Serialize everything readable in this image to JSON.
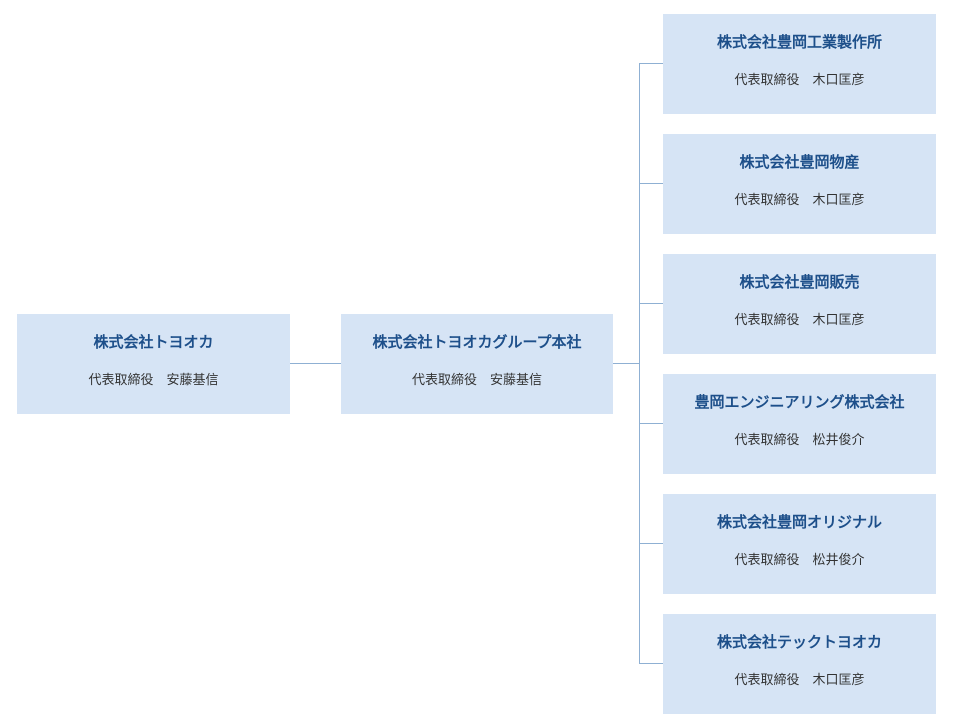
{
  "colors": {
    "box_fill": "#d6e4f5",
    "company_name_text": "#1d4f8a",
    "representative_text": "#333333",
    "connector_line": "#8fb0d3"
  },
  "root": {
    "name": "株式会社トヨオカ",
    "representative": "代表取締役　安藤基信"
  },
  "holding": {
    "name": "株式会社トヨオカグループ本社",
    "representative": "代表取締役　安藤基信"
  },
  "subsidiaries": [
    {
      "name": "株式会社豊岡工業製作所",
      "representative": "代表取締役　木口匡彦"
    },
    {
      "name": "株式会社豊岡物産",
      "representative": "代表取締役　木口匡彦"
    },
    {
      "name": "株式会社豊岡販売",
      "representative": "代表取締役　木口匡彦"
    },
    {
      "name": "豊岡エンジニアリング株式会社",
      "representative": "代表取締役　松井俊介"
    },
    {
      "name": "株式会社豊岡オリジナル",
      "representative": "代表取締役　松井俊介"
    },
    {
      "name": "株式会社テックトヨオカ",
      "representative": "代表取締役　木口匡彦"
    }
  ]
}
